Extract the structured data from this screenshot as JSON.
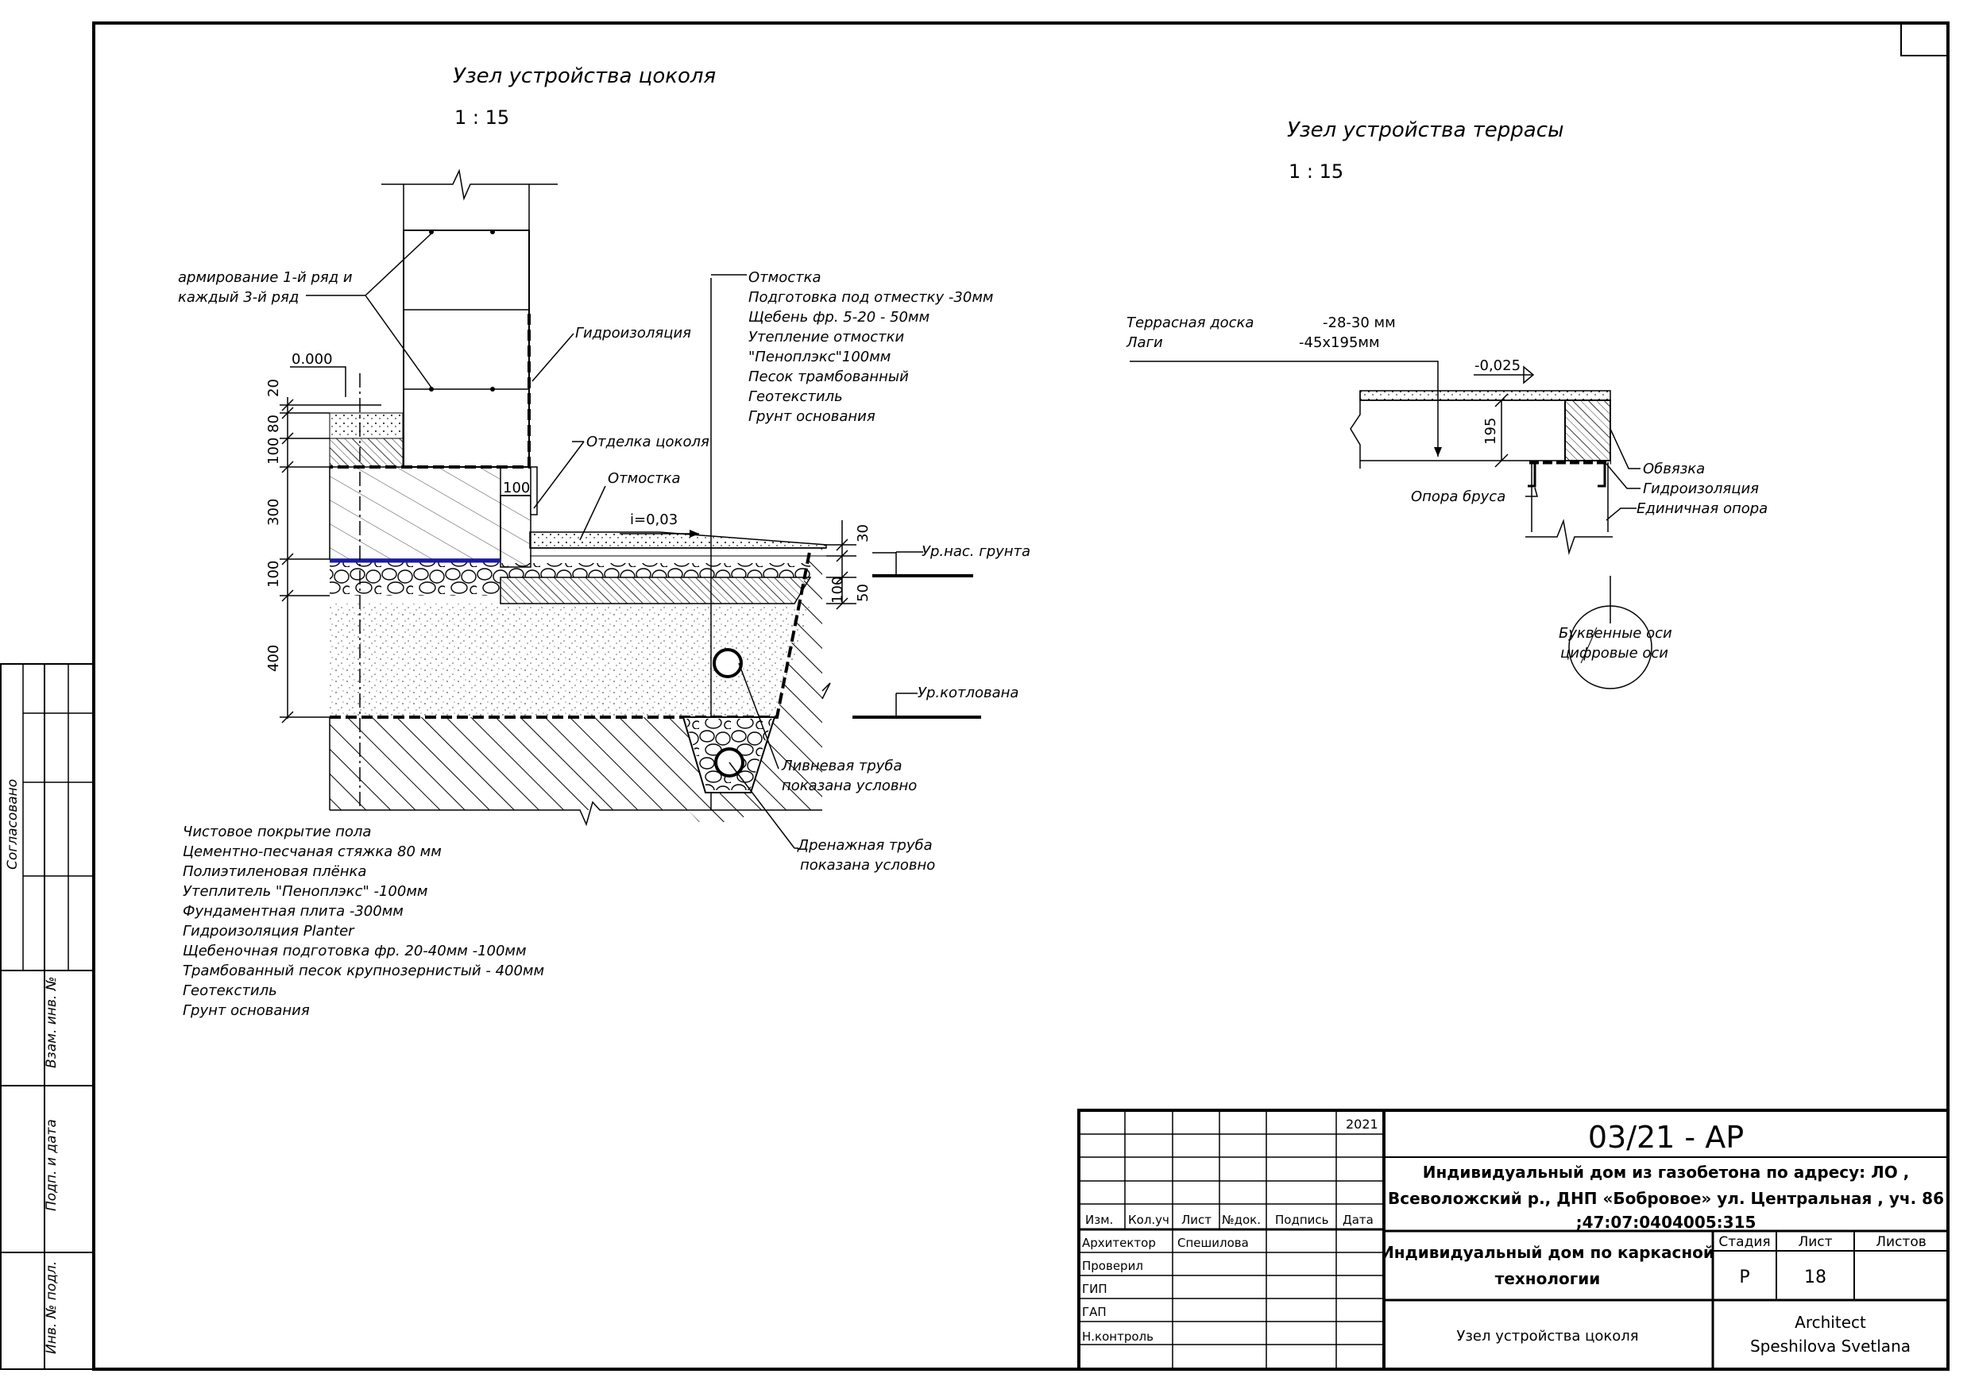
{
  "left_detail": {
    "title": "Узел устройства цоколя",
    "scale": "1 : 15",
    "reinforcement": [
      "армирование 1-й ряд и",
      "каждый 3-й ряд"
    ],
    "waterproofing": "Гидроизоляция",
    "level_zero": "0.000",
    "plinth_finish": "Отделка цоколя",
    "blind_area": "Отмостка",
    "slope": "i=0,03",
    "ground_level": "Ур.нас. грунта",
    "pit_level": "Ур.котлована",
    "storm_pipe": [
      "Ливневая  труба",
      "показана условно"
    ],
    "drain_pipe": [
      "Дренажная труба",
      "показана условно"
    ],
    "blind_area_layers": [
      "Отмостка",
      "Подготовка под отместку -30мм",
      "Щебень фр. 5-20 - 50мм",
      "Утепление отмостки",
      "\"Пеноплэкс\"100мм",
      "Песок трамбованный",
      "Геотекстиль",
      "Грунт основания"
    ],
    "floor_layers": [
      "Чистовое покрытие пола",
      "Цементно-песчаная стяжка  80 мм",
      "Полиэтиленовая плёнка",
      "Утеплитель \"Пеноплэкс\" -100мм",
      "Фундаментная плита -300мм",
      "Гидроизоляция Planter",
      "Щебеночная подготовка фр. 20-40мм -100мм",
      "Трамбованный песок крупнозернистый - 400мм",
      "Геотекстиль",
      "Грунт основания"
    ],
    "dims_left": [
      "20",
      "80",
      "100",
      "300",
      "100",
      "400"
    ],
    "dim_100_top": "100",
    "dims_right": [
      "30",
      "100",
      "50"
    ]
  },
  "right_detail": {
    "title": "Узел устройства террасы",
    "scale": "1 : 15",
    "deck_board": "Террасная доска",
    "deck_board_size": "-28-30 мм",
    "joists": "Лаги",
    "joists_size": "-45x195мм",
    "level": "-0,025",
    "dim_195": "195",
    "strapping": "Обвязка",
    "waterproofing": "Гидроизоляция",
    "beam_support": "Опора бруса",
    "single_support": "Единичная опора",
    "axes_note": [
      "Буквенные оси",
      "цифровые оси"
    ]
  },
  "side_stamp": {
    "agreed": "Согласовано",
    "replaced": "Взам. инв. №",
    "signed": "Подп. и дата",
    "original": "Инв. № подл."
  },
  "title_block": {
    "code": "03/21 - АР",
    "year": "2021",
    "project": [
      "Индивидуальный дом из газобетона по адресу: ЛО ,",
      "Всеволожский р., ДНП «Бобровое»  ул. Центральная , уч. 86",
      ";47:07:0404005:315"
    ],
    "object": [
      "Индивидуальный дом по каркасной",
      "технологии"
    ],
    "sheet_title": "Узел устройства цоколя",
    "headers": [
      "Изм.",
      "Кол.уч",
      "Лист",
      "№док.",
      "Подпись",
      "Дата"
    ],
    "roles": [
      "Архитектор",
      "Проверил",
      "ГИП",
      "ГАП",
      "Н.контроль"
    ],
    "architect_name": "Спешилова",
    "stage_label": "Стадия",
    "sheet_label": "Лист",
    "sheets_label": "Листов",
    "stage": "Р",
    "sheet": "18",
    "firm": [
      "Architect",
      "Speshilova Svetlana"
    ]
  }
}
